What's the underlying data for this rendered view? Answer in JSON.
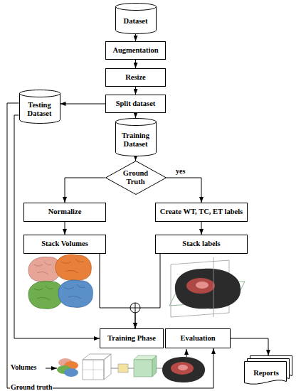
{
  "diagram": {
    "nodes": [
      {
        "text": [
          "Dataset"
        ]
      },
      {
        "text": [
          "Augmentation"
        ]
      },
      {
        "text": [
          "Resize"
        ]
      },
      {
        "text": [
          "Split dataset"
        ]
      },
      {
        "text": [
          "Testing Dataset"
        ]
      },
      {
        "text": [
          "Training Dataset"
        ]
      },
      {
        "text": [
          "Ground Truth"
        ]
      },
      {
        "text": [
          "Normalize"
        ]
      },
      {
        "text": [
          "Create WT, TC, ET labels"
        ]
      },
      {
        "text": [
          "Stack Volumes"
        ]
      },
      {
        "text": [
          "Stack labels"
        ]
      },
      {
        "text": [
          "Training Phase"
        ]
      },
      {
        "text": [
          "Evaluation"
        ]
      },
      {
        "text": [
          "Reports"
        ]
      }
    ],
    "edges": [
      {
        "from": 0,
        "to": 1,
        "arrow": "to"
      },
      {
        "from": 1,
        "to": 2,
        "arrow": "to"
      },
      {
        "from": 2,
        "to": 3,
        "arrow": "to"
      },
      {
        "from": 3,
        "to": 4,
        "arrow": "to"
      },
      {
        "from": 3,
        "to": 5,
        "arrow": "to"
      },
      {
        "from": 5,
        "to": 6,
        "arrow": "to"
      },
      {
        "from": 6,
        "to": 7,
        "arrow": "to"
      },
      {
        "from": 6,
        "to": 8,
        "label": "yes",
        "arrow": "to"
      },
      {
        "from": 7,
        "to": 9,
        "arrow": "to"
      },
      {
        "from": 8,
        "to": 10,
        "arrow": "to"
      },
      {
        "from": 9,
        "to": 11,
        "arrow": "to"
      },
      {
        "from": 10,
        "to": 11,
        "arrow": "to"
      },
      {
        "from": 4,
        "to": 11,
        "arrow": "to"
      },
      {
        "from": 4,
        "to": 12,
        "arrow": "to"
      },
      {
        "from": 12,
        "to": 13,
        "arrow": "to"
      }
    ],
    "labels": [
      "Volumes",
      "Ground truth"
    ]
  }
}
